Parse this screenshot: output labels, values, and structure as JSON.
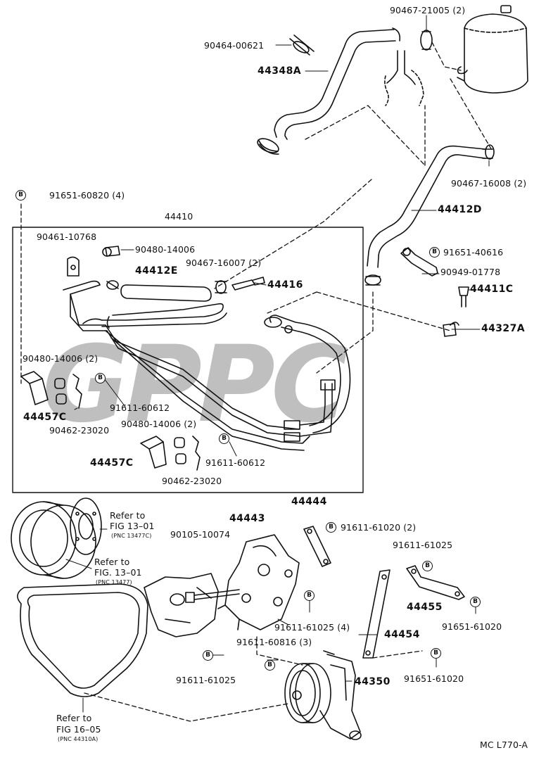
{
  "diagram_id": "MC L770-A",
  "group_box_label": "44410",
  "watermark": "GPPC",
  "symbol_mark": "B",
  "parts": {
    "clamp_upper": "90467-21005 (2)",
    "clip": "90464-00621",
    "hose_upper": "44348A",
    "clamp_right": "90467-16008 (2)",
    "bolt_top_left": "91651-60820 (4)",
    "hose_return": "44412D",
    "clamp_tube": "90461-10768",
    "grommet": "90480-14006",
    "clamp_hose": "90467-16007 (2)",
    "hose_e": "44412E",
    "union": "44416",
    "bolt_right1": "91651-40616",
    "bracket_right": "90949-01778",
    "bolt_union": "44411C",
    "clamp_44327": "44327A",
    "grommet_left": "90480-14006 (2)",
    "clamp_left": "44457C",
    "bolt_left": "91611-60612",
    "collar_left": "90462-23020",
    "grommet_mid": "90480-14006 (2)",
    "clamp_mid": "44457C",
    "bolt_mid": "91611-60612",
    "collar_mid": "90462-23020",
    "bracket_44444": "44444",
    "bolt_44444": "91611-61020 (2)",
    "bracket_44443": "44443",
    "bolt_long": "90105-10074",
    "bolt_61025_a": "91611-61025",
    "stay_44455": "44455",
    "bolt_61020_b": "91651-61020",
    "bolt_61025_4": "91611-61025 (4)",
    "bolt_60816": "91611-60816 (3)",
    "stay_44454": "44454",
    "bolt_61025_b": "91611-61025",
    "bolt_61020_c": "91651-61020",
    "pump": "44350"
  },
  "refs": {
    "ref1_line1": "Refer to",
    "ref1_line2": "FIG 13–01",
    "ref1_pnc": "(PNC 13477C)",
    "ref2_line1": "Refer to",
    "ref2_line2": "FIG. 13–01",
    "ref2_pnc": "(PNC 13477)",
    "ref3_line1": "Refer to",
    "ref3_line2": "FIG 16–05",
    "ref3_pnc": "(PNC 44310A)"
  }
}
